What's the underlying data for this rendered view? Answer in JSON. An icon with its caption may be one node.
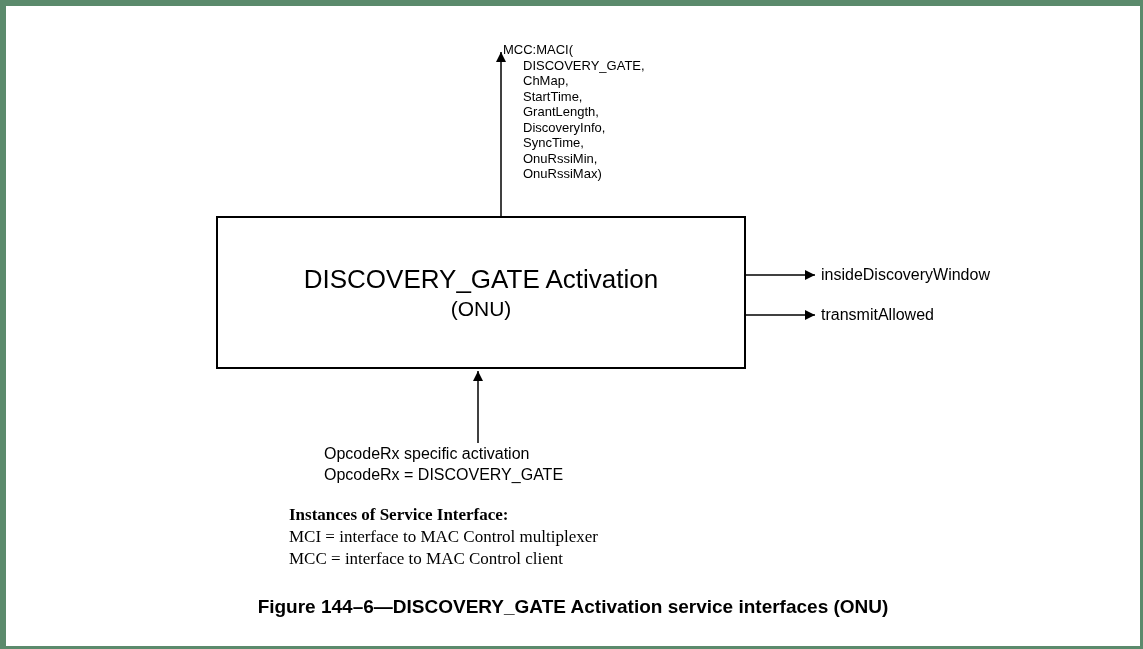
{
  "diagram": {
    "caption": "Figure 144–6—DISCOVERY_GATE Activation service interfaces (ONU)",
    "nodes": [
      {
        "text": [
          "DISCOVERY_GATE Activation",
          "(ONU)"
        ]
      },
      {
        "text": [
          "MCC:MACI( DISCOVERY_GATE, ChMap, StartTime, GrantLength, DiscoveryInfo, SyncTime, OnuRssiMin, OnuRssiMax)"
        ]
      },
      {
        "text": [
          "insideDiscoveryWindow"
        ]
      },
      {
        "text": [
          "transmitAllowed"
        ]
      },
      {
        "text": [
          "OpcodeRx specific activation",
          "OpcodeRx = DISCOVERY_GATE"
        ]
      }
    ],
    "edges": [
      {
        "from": 0,
        "to": 1,
        "arrow": "to"
      },
      {
        "from": 0,
        "to": 2,
        "arrow": "to"
      },
      {
        "from": 0,
        "to": 3,
        "arrow": "to"
      },
      {
        "from": 4,
        "to": 0,
        "arrow": "to"
      }
    ],
    "labels": [
      "Instances of Service Interface:",
      "MCI = interface to MAC Control multiplexer",
      "MCC = interface to MAC Control client"
    ]
  }
}
